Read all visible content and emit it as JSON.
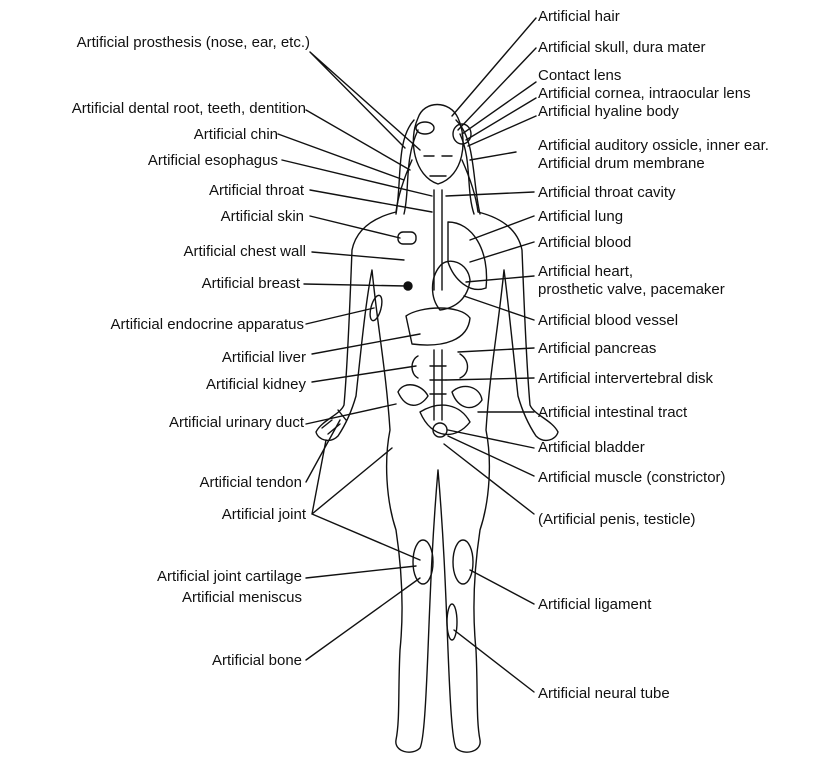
{
  "left_labels": [
    "Artificial prosthesis (nose, ear, etc.)",
    "Artificial dental root, teeth, dentition",
    "Artificial chin",
    "Artificial esophagus",
    "Artificial throat",
    "Artificial skin",
    "Artificial chest wall",
    "Artificial breast",
    "Artificial endocrine apparatus",
    "Artificial liver",
    "Artificial kidney",
    "Artificial urinary duct",
    "Artificial tendon",
    "Artificial joint",
    "Artificial joint cartilage",
    "Artificial meniscus",
    "Artificial bone"
  ],
  "right_labels": [
    "Artificial hair",
    "Artificial skull, dura mater",
    "Contact lens",
    "Artificial cornea, intraocular lens",
    "Artificial hyaline body",
    "Artificial auditory ossicle, inner ear.",
    "Artificial drum membrane",
    "Artificial throat cavity",
    "Artificial lung",
    "Artificial blood",
    "Artificial heart,",
    "prosthetic valve, pacemaker",
    "Artificial blood vessel",
    "Artificial pancreas",
    "Artificial intervertebral disk",
    "Artificial intestinal tract",
    "Artificial bladder",
    "Artificial muscle (constrictor)",
    "(Artificial penis, testicle)",
    "Artificial ligament",
    "Artificial neural tube"
  ],
  "colors": {
    "ink": "#111111",
    "background": "#ffffff"
  }
}
